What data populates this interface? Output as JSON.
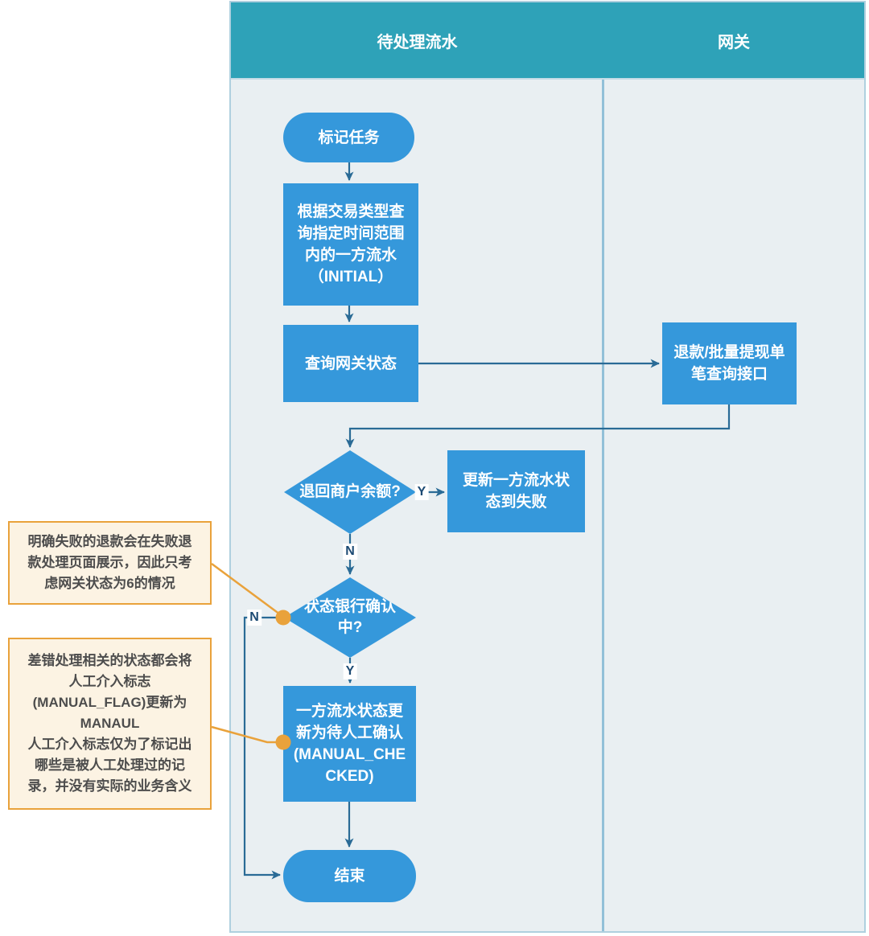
{
  "colors": {
    "header_teal": "#2EA2B8",
    "node_blue": "#3598DB",
    "connector_blue": "#2A6B96",
    "lane_background": "#E9EFF2",
    "annotation_orange": "#E9A23B",
    "annotation_background": "#FCF3E3"
  },
  "lanes": [
    {
      "title": "待处理流水"
    },
    {
      "title": "网关"
    }
  ],
  "nodes": {
    "start": {
      "label": "标记任务"
    },
    "query_initial": {
      "label": "根据交易类型查\n询指定时间范围\n内的一方流水\n（INITIAL）"
    },
    "query_gateway": {
      "label": "查询网关状态"
    },
    "gateway_api": {
      "label": "退款/批量提现单\n笔查询接口"
    },
    "decision_refund_balance": {
      "label": "退回商户余额?"
    },
    "update_fail": {
      "label": "更新一方流水状\n态到失败"
    },
    "decision_bank_confirm": {
      "label": "状态银行确认\n中?"
    },
    "update_manual_checked": {
      "label": "一方流水状态更\n新为待人工确认\n(MANUAL_CHE\nCKED)"
    },
    "end": {
      "label": "结束"
    }
  },
  "edge_labels": {
    "yes": "Y",
    "no": "N"
  },
  "annotations": [
    {
      "text": "明确失败的退款会在失败退\n款处理页面展示，因此只考\n虑网关状态为6的情况"
    },
    {
      "text": "差错处理相关的状态都会将\n人工介入标志\n(MANUAL_FLAG)更新为\nMANAUL\n人工介入标志仅为了标记出\n哪些是被人工处理过的记\n录，并没有实际的业务含义"
    }
  ]
}
